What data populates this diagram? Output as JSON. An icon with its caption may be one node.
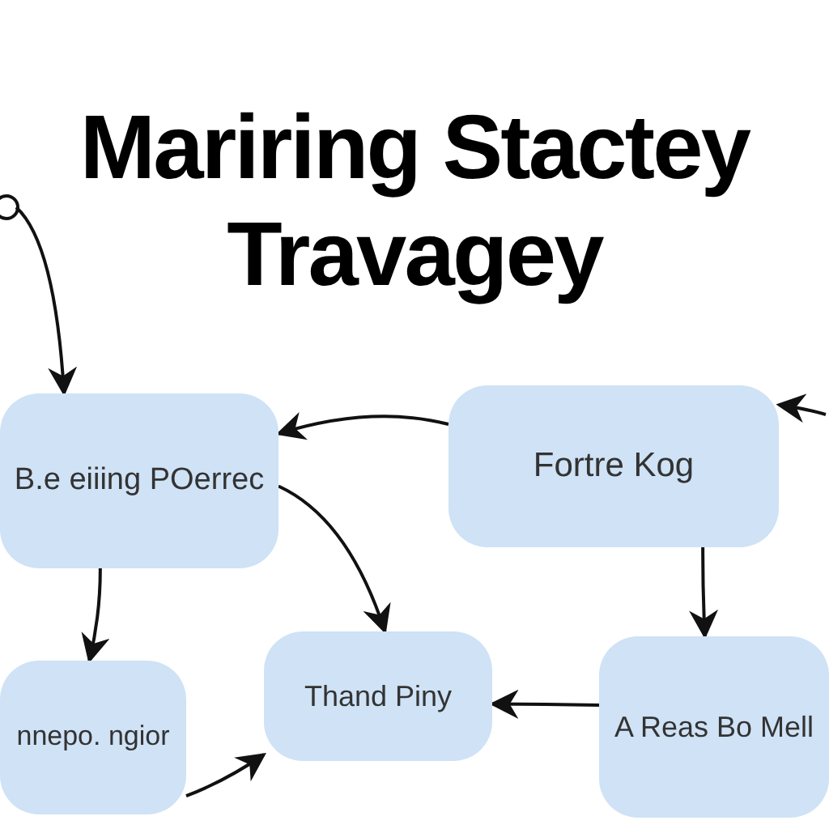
{
  "diagram": {
    "title": "Mariring Stactey Travagey",
    "nodes": [
      {
        "text": [
          "B.e eiiing POerrec"
        ]
      },
      {
        "text": [
          "Fortre Kog"
        ]
      },
      {
        "text": [
          "nnepo. ngior"
        ]
      },
      {
        "text": [
          "Thand Piny"
        ]
      },
      {
        "text": [
          "A Reas Bo Mell"
        ]
      }
    ],
    "edges": [
      {
        "from": null,
        "to": 0,
        "arrow": "to"
      },
      {
        "from": 1,
        "to": 0,
        "arrow": "to"
      },
      {
        "from": 0,
        "to": 3,
        "arrow": "to"
      },
      {
        "from": 0,
        "to": 2,
        "arrow": "to"
      },
      {
        "from": 2,
        "to": 3,
        "arrow": "to"
      },
      {
        "from": 4,
        "to": 3,
        "arrow": "to"
      },
      {
        "from": 1,
        "to": 4,
        "arrow": "to"
      },
      {
        "from": null,
        "to": 1,
        "arrow": "to"
      }
    ]
  }
}
